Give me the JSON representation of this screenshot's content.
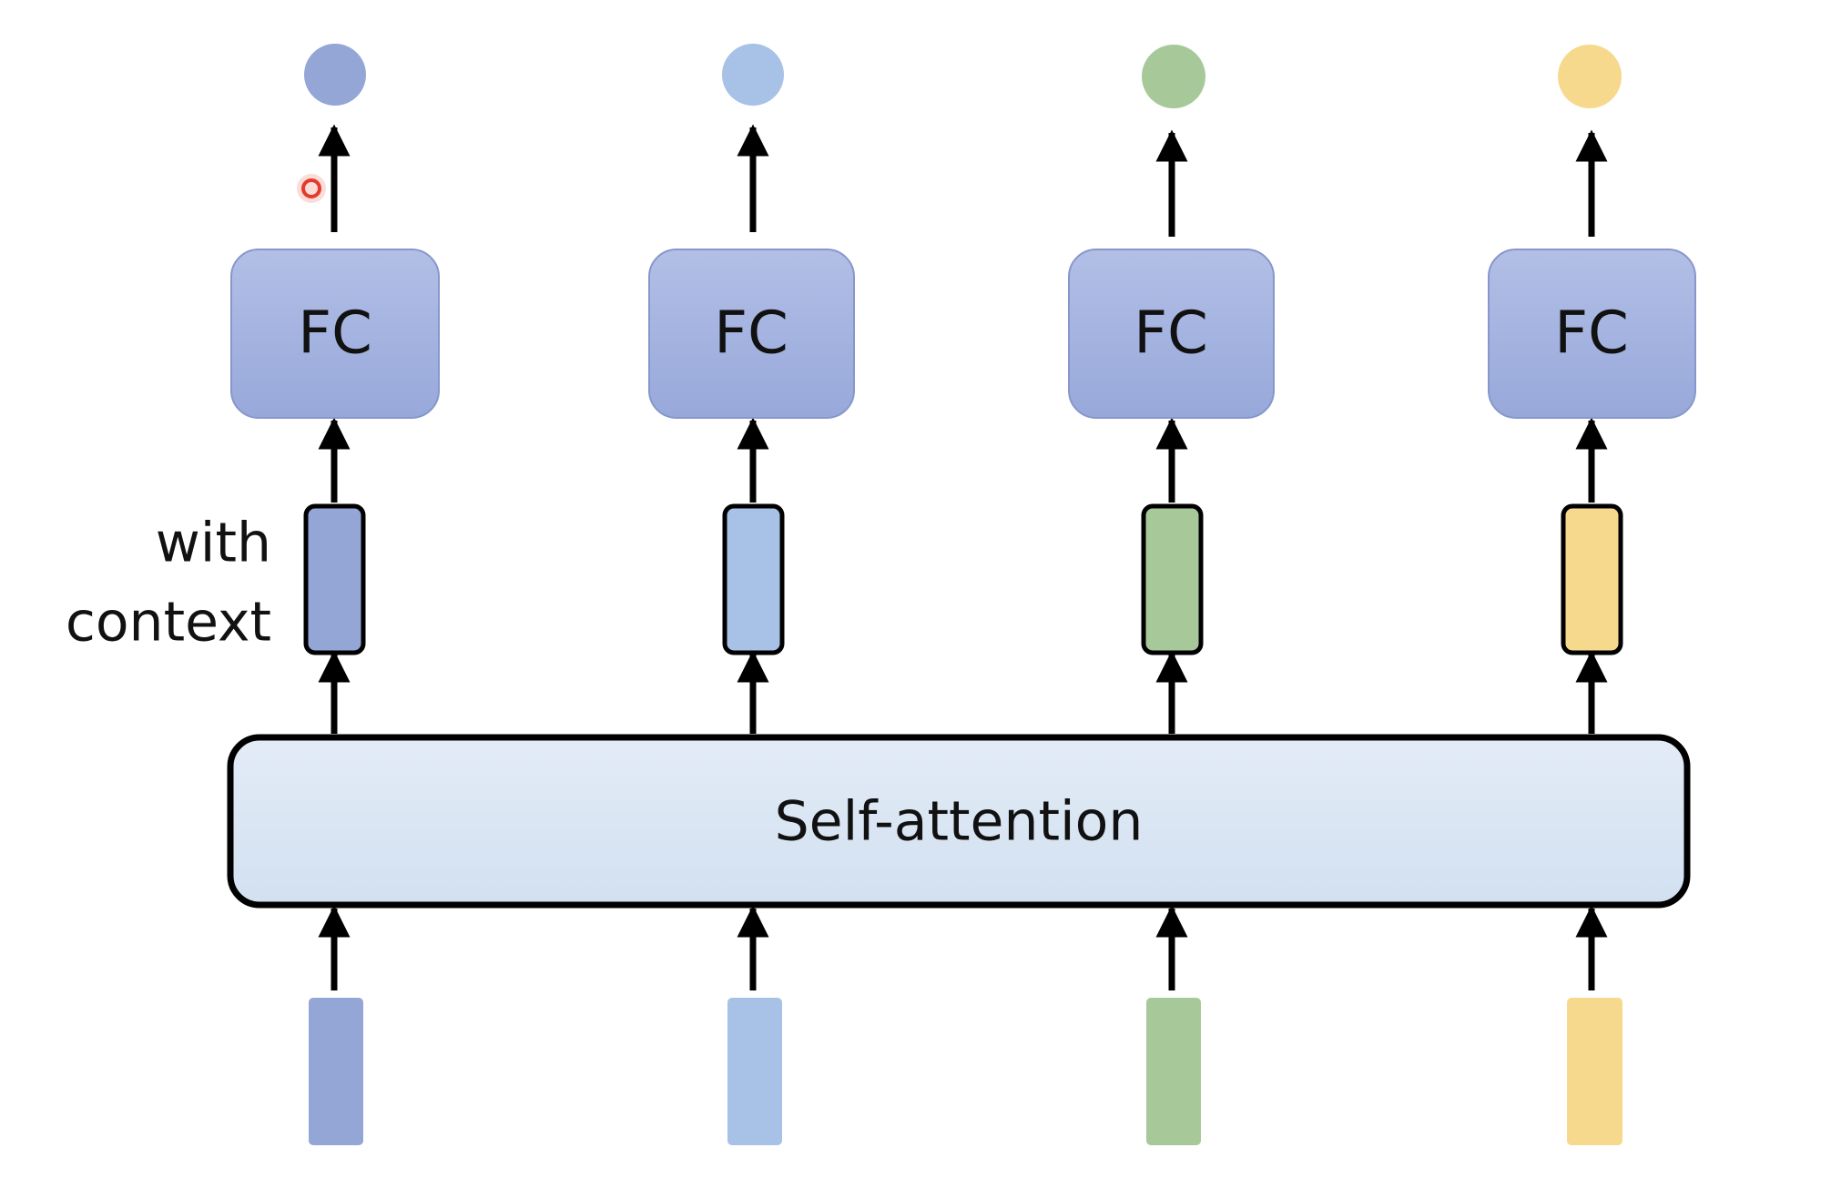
{
  "diagram": {
    "fc_label": "FC",
    "self_attention_label": "Self-attention",
    "context_label_line1": "with",
    "context_label_line2": "context"
  },
  "columns": [
    {
      "color": "#94A6D6"
    },
    {
      "color": "#A8C1E6"
    },
    {
      "color": "#A7C99A"
    },
    {
      "color": "#F7D98E"
    }
  ],
  "colors": {
    "fc_fill": "#A3B2DF",
    "self_attention_fill": "#DCE7F3",
    "stroke": "#000000",
    "cursor": "#E53B2B"
  }
}
